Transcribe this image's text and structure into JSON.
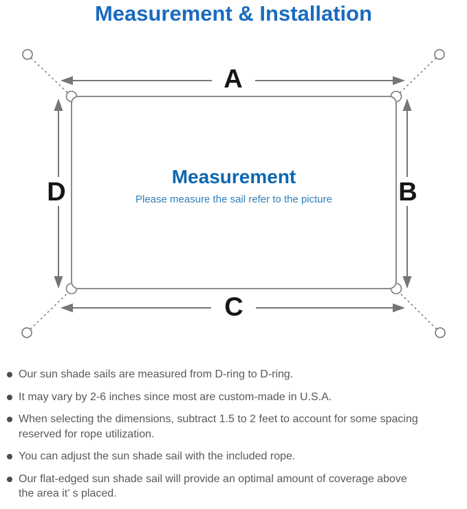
{
  "title": "Measurement & Installation",
  "diagram": {
    "center": {
      "title": "Measurement",
      "subtitle": "Please measure the sail refer to the picture"
    },
    "dimension_labels": {
      "top": "A",
      "right": "B",
      "bottom": "C",
      "left": "D"
    }
  },
  "notes": {
    "items": [
      {
        "lines": [
          "Our sun shade sails are measured from D-ring to D-ring."
        ]
      },
      {
        "lines": [
          "It may vary by 2-6 inches since most are custom-made in U.S.A."
        ]
      },
      {
        "lines": [
          "When selecting the dimensions, subtract 1.5 to 2 feet to account for some spacing",
          "reserved for rope utilization."
        ]
      },
      {
        "lines": [
          "You can adjust the sun shade sail with the included rope."
        ]
      },
      {
        "lines": [
          "Our flat-edged sun shade sail will provide an optimal amount of coverage above",
          "the area it’ s placed."
        ]
      }
    ]
  },
  "colors": {
    "title_blue": "#1a6bbf",
    "center_title_blue": "#0d68b1",
    "subtitle_blue": "#2e7fb9",
    "diagram_gray": "#717171",
    "sail_border_gray": "#8c8c8c",
    "note_text_gray": "#585858"
  }
}
